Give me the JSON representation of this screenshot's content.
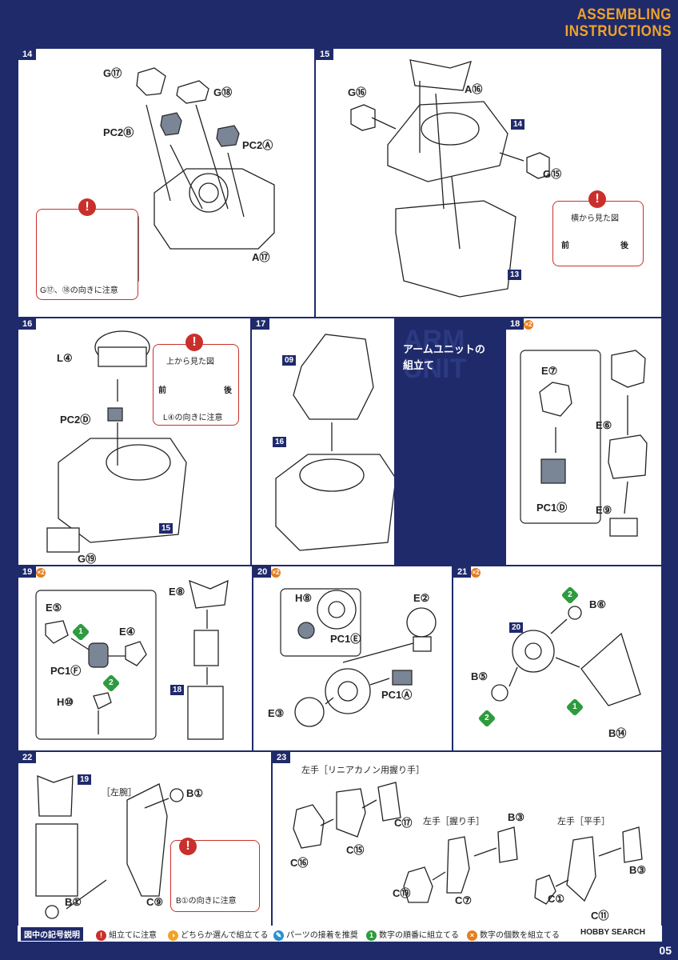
{
  "header": {
    "line1": "ASSEMBLING",
    "line2": "INSTRUCTIONS"
  },
  "steps": {
    "s14": {
      "num": "14",
      "g17": "G⑰",
      "g18": "G⑱",
      "pc2b": "PC2Ⓑ",
      "pc2a": "PC2Ⓐ",
      "a17": "A⑰",
      "note": "G⑰、⑱の向きに注意"
    },
    "s15": {
      "num": "15",
      "g16": "G⑯",
      "a16": "A⑯",
      "g15": "G⑮",
      "b14": "14",
      "b13": "13",
      "side": "横から見た図",
      "front": "前",
      "back": "後"
    },
    "s16": {
      "num": "16",
      "l4": "L④",
      "pc2d": "PC2Ⓓ",
      "g19": "G⑲",
      "b15": "15",
      "top": "上から見た図",
      "front": "前",
      "back": "後",
      "note": "L④の向きに注意"
    },
    "s17": {
      "num": "17",
      "b09": "09",
      "b16": "16"
    },
    "arm": {
      "title1": "アームユニットの",
      "title2": "組立て",
      "bg1": "ARM",
      "bg2": "UNIT"
    },
    "s18": {
      "num": "18",
      "mult": "×2",
      "e7": "E⑦",
      "e6": "E⑥",
      "e9": "E⑨",
      "pc1d": "PC1Ⓓ"
    },
    "s19": {
      "num": "19",
      "mult": "×2",
      "e5": "E⑤",
      "e4": "E④",
      "e8": "E⑧",
      "pc1f": "PC1Ⓕ",
      "h10": "H⑩",
      "b18": "18",
      "o1": "1",
      "o2": "2"
    },
    "s20": {
      "num": "20",
      "mult": "×2",
      "h8": "H⑧",
      "e2": "E②",
      "pc1e": "PC1Ⓔ",
      "pc1a": "PC1Ⓐ",
      "e3": "E③"
    },
    "s21": {
      "num": "21",
      "mult": "×2",
      "b6": "B⑥",
      "b5": "B⑤",
      "b14": "B⑭",
      "b20": "20",
      "o1": "1",
      "o2a": "2",
      "o2b": "2"
    },
    "s22": {
      "num": "22",
      "b19": "19",
      "left_arm": "［左腕］",
      "b1a": "B①",
      "b1b": "B①",
      "c9": "C⑨",
      "note": "B①の向きに注意"
    },
    "s23": {
      "num": "23",
      "h1": "左手［リニアカノン用握り手］",
      "h2": "左手［握り手］",
      "h3": "左手［平手］",
      "c17": "C⑰",
      "c15": "C⑮",
      "c16": "C⑯",
      "b3a": "B③",
      "c19": "C⑲",
      "c7": "C⑦",
      "b3b": "B③",
      "c1": "C①",
      "c11": "C⑪"
    }
  },
  "legend": {
    "head": "図中の記号説明",
    "i1": "組立てに注意",
    "i2": "どちらか選んで組立てる",
    "i3": "パーツの接着を推奨",
    "i4": "数字の順番に組立てる",
    "i5": "数字の個数を組立てる"
  },
  "footer": {
    "site": "HOBBY SEARCH",
    "page": "05"
  },
  "colors": {
    "navy": "#1f2a6b",
    "orange": "#f0a328",
    "red": "#c9302c",
    "green": "#2d9b3e"
  }
}
